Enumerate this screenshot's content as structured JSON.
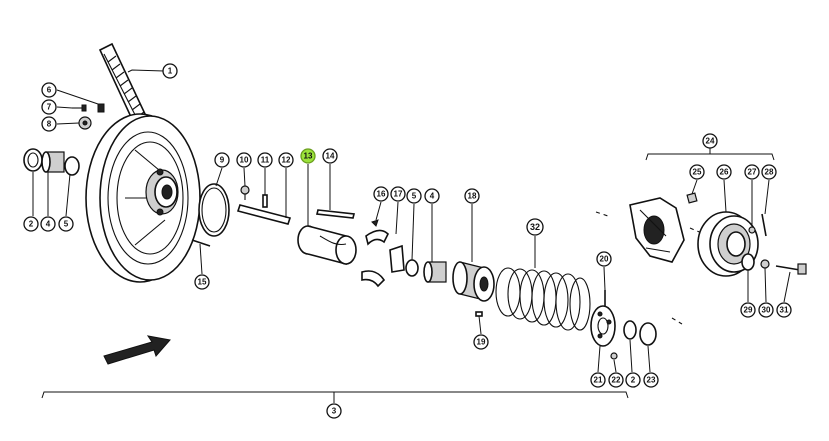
{
  "colors": {
    "line": "#111111",
    "highlight": "#9be23a",
    "background": "#ffffff"
  },
  "diagram": {
    "callouts": [
      {
        "id": "1",
        "label": "1"
      },
      {
        "id": "2a",
        "label": "2"
      },
      {
        "id": "2b",
        "label": "2"
      },
      {
        "id": "3",
        "label": "3"
      },
      {
        "id": "4a",
        "label": "4"
      },
      {
        "id": "4b",
        "label": "4"
      },
      {
        "id": "5a",
        "label": "5"
      },
      {
        "id": "5b",
        "label": "5"
      },
      {
        "id": "6",
        "label": "6"
      },
      {
        "id": "7",
        "label": "7"
      },
      {
        "id": "8",
        "label": "8"
      },
      {
        "id": "9",
        "label": "9"
      },
      {
        "id": "10",
        "label": "10"
      },
      {
        "id": "11",
        "label": "11"
      },
      {
        "id": "12",
        "label": "12"
      },
      {
        "id": "13",
        "label": "13"
      },
      {
        "id": "14",
        "label": "14"
      },
      {
        "id": "15",
        "label": "15"
      },
      {
        "id": "16",
        "label": "16"
      },
      {
        "id": "17",
        "label": "17"
      },
      {
        "id": "18",
        "label": "18"
      },
      {
        "id": "19",
        "label": "19"
      },
      {
        "id": "20",
        "label": "20"
      },
      {
        "id": "21",
        "label": "21"
      },
      {
        "id": "22",
        "label": "22"
      },
      {
        "id": "23",
        "label": "23"
      },
      {
        "id": "24",
        "label": "24"
      },
      {
        "id": "25",
        "label": "25"
      },
      {
        "id": "26",
        "label": "26"
      },
      {
        "id": "27",
        "label": "27"
      },
      {
        "id": "28",
        "label": "28"
      },
      {
        "id": "29",
        "label": "29"
      },
      {
        "id": "30",
        "label": "30"
      },
      {
        "id": "31",
        "label": "31"
      },
      {
        "id": "32",
        "label": "32"
      }
    ],
    "highlighted": "13"
  }
}
